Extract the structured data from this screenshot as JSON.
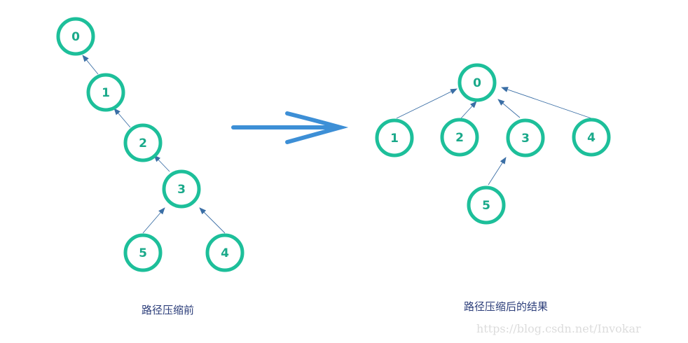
{
  "before": {
    "caption": "路径压缩前",
    "nodes": [
      "0",
      "1",
      "2",
      "3",
      "5",
      "4"
    ]
  },
  "after": {
    "caption": "路径压缩后的结果",
    "nodes": [
      "0",
      "1",
      "2",
      "3",
      "4",
      "5"
    ]
  },
  "watermark": "https://blog.csdn.net/Invokar",
  "colors": {
    "node_ring": "#1dbf9a",
    "node_label": "#1aa98a",
    "edge": "#3a6ea5",
    "big_arrow": "#3d8fd6",
    "caption": "#2c3e7a"
  }
}
